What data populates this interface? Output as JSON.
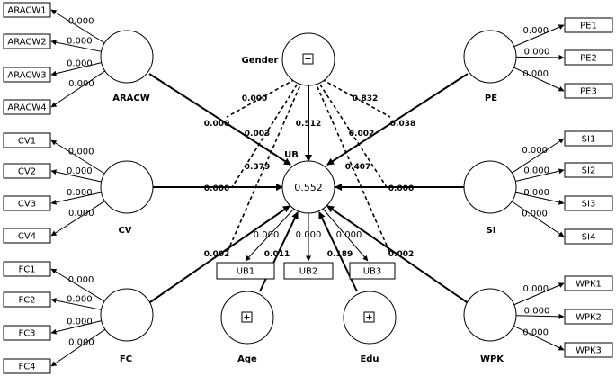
{
  "constructs": {
    "aracw": {
      "label": "ARACW"
    },
    "cv": {
      "label": "CV"
    },
    "fc": {
      "label": "FC"
    },
    "gender": {
      "label": "Gender"
    },
    "ub": {
      "label": "UB",
      "r2": "0.552"
    },
    "age": {
      "label": "Age"
    },
    "edu": {
      "label": "Edu"
    },
    "pe": {
      "label": "PE"
    },
    "si": {
      "label": "SI"
    },
    "wpk": {
      "label": "WPK"
    }
  },
  "indicators": {
    "aracw": [
      {
        "label": "ARACW1",
        "loading": "0.000"
      },
      {
        "label": "ARACW2",
        "loading": "0.000"
      },
      {
        "label": "ARACW3",
        "loading": "0.000"
      },
      {
        "label": "ARACW4",
        "loading": "0.000"
      }
    ],
    "cv": [
      {
        "label": "CV1",
        "loading": "0.000"
      },
      {
        "label": "CV2",
        "loading": "0.000"
      },
      {
        "label": "CV3",
        "loading": "0.000"
      },
      {
        "label": "CV4",
        "loading": "0.000"
      }
    ],
    "fc": [
      {
        "label": "FC1",
        "loading": "0.000"
      },
      {
        "label": "FC2",
        "loading": "0.000"
      },
      {
        "label": "FC3",
        "loading": "0.000"
      },
      {
        "label": "FC4",
        "loading": "0.000"
      }
    ],
    "pe": [
      {
        "label": "PE1",
        "loading": "0.000"
      },
      {
        "label": "PE2",
        "loading": "0.000"
      },
      {
        "label": "PE3",
        "loading": "0.000"
      }
    ],
    "si": [
      {
        "label": "SI1",
        "loading": "0.000"
      },
      {
        "label": "SI2",
        "loading": "0.000"
      },
      {
        "label": "SI3",
        "loading": "0.000"
      },
      {
        "label": "SI4",
        "loading": "0.000"
      }
    ],
    "wpk": [
      {
        "label": "WPK1",
        "loading": "0.000"
      },
      {
        "label": "WPK2",
        "loading": "0.000"
      },
      {
        "label": "WPK3",
        "loading": "0.000"
      }
    ],
    "ub": [
      {
        "label": "UB1",
        "loading": "0.000"
      },
      {
        "label": "UB2",
        "loading": "0.000"
      },
      {
        "label": "UB3",
        "loading": "0.000"
      }
    ]
  },
  "paths": {
    "aracw_ub": "0.000",
    "cv_ub": "0.000",
    "fc_ub": "0.002",
    "pe_ub": "0.038",
    "si_ub": "0.000",
    "wpk_ub": "0.002",
    "gender_ub": "0.512",
    "age_ub": "0.011",
    "edu_ub": "0.189",
    "mod_gender_aracw": "0.000",
    "mod_gender_cv": "0.003",
    "mod_gender_fc": "0.379",
    "mod_gender_pe": "0.832",
    "mod_gender_si": "0.002",
    "mod_gender_wpk": "0.407"
  },
  "icons": {
    "moderator": "plus-square-icon"
  }
}
